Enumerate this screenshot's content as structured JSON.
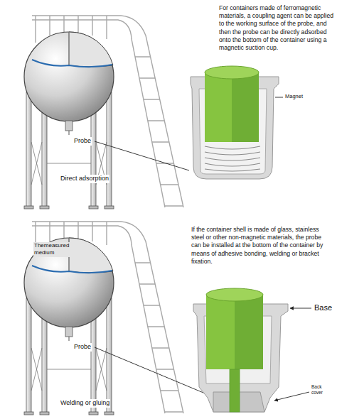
{
  "diagram": {
    "labels": [
      "For containers made of ferromagnetic materials, a coupling agent can be applied to the working surface of the probe, and then the probe can be directly adsorbed onto the bottom of the container using a magnetic suction cup.",
      "Magnet",
      "Probe",
      "Direct adsorption",
      "If the container shell is made of glass, stainless steel or other non-magnetic materials, the probe can be installed at the bottom of the container by means of adhesive bonding, welding or bracket fixation.",
      "Themeasured medium",
      "Probe",
      "Welding or gluing",
      "Base",
      "Back cover"
    ]
  }
}
